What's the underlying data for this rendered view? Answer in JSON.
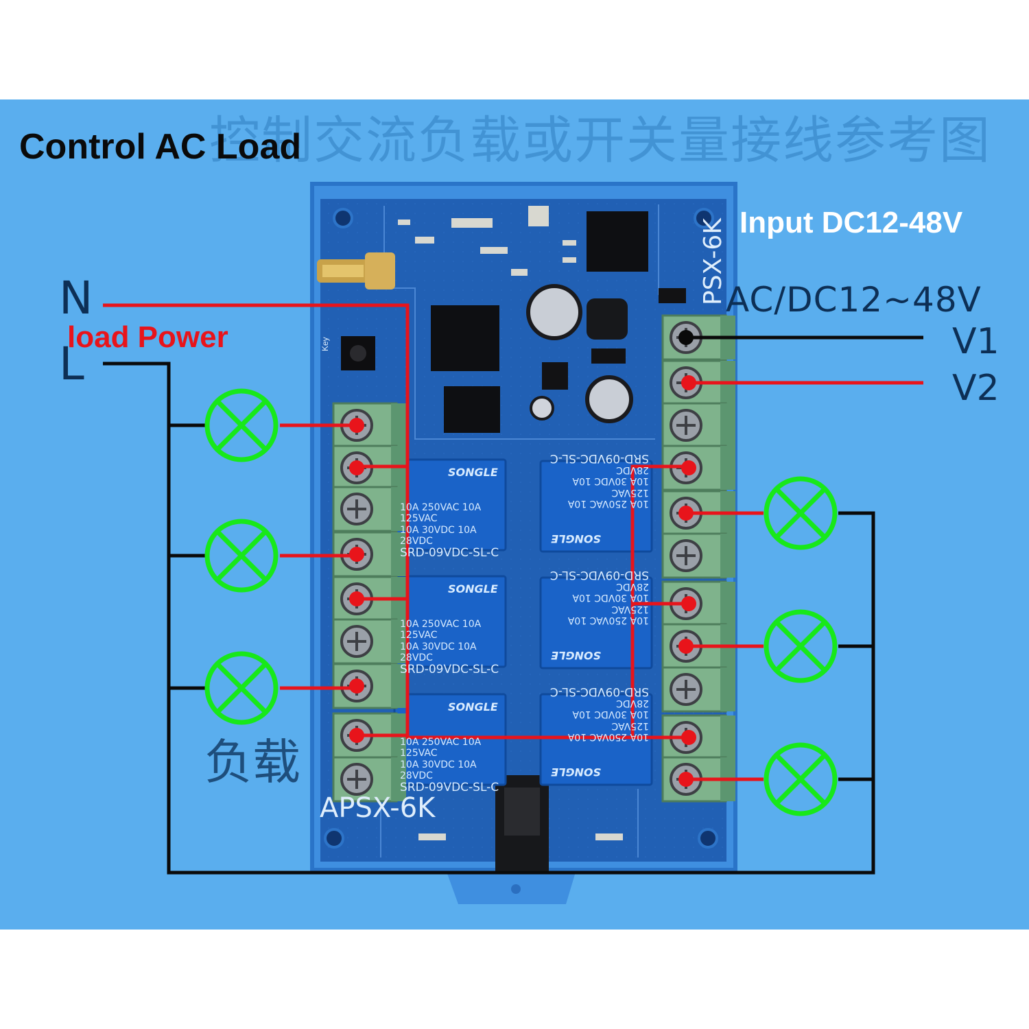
{
  "title": "Control AC Load",
  "chinese_title": "控制交流负载或开关量接线参考图",
  "input_label": "Input DC12-48V",
  "supply_label": "AC/DC12~48V",
  "terminals": {
    "v1": "V1",
    "v2": "V2"
  },
  "mains": {
    "n": "N",
    "l": "L",
    "load_power": "load Power"
  },
  "load_label_cn": "负载",
  "board": {
    "model": "APSX-6K",
    "model_side": "PSX-6K",
    "key_label": "Key"
  },
  "relay": {
    "brand": "SONGLE",
    "spec_line1": "10A 250VAC  10A 125VAC",
    "spec_line2": "10A 30VDC  10A 28VDC",
    "part": "SRD-09VDC-SL-C"
  },
  "colors": {
    "background_blue": "#5aaeee",
    "board_blue": "#1f5fb8",
    "terminal_green": "#7fb38c",
    "wire_red": "#e8141b",
    "wire_black": "#0a0a0a",
    "lamp_green": "#18e81a"
  },
  "icons": [
    "lamp-icon",
    "screw-terminal-icon",
    "relay-icon",
    "antenna-connector-icon",
    "capacitor-icon"
  ]
}
